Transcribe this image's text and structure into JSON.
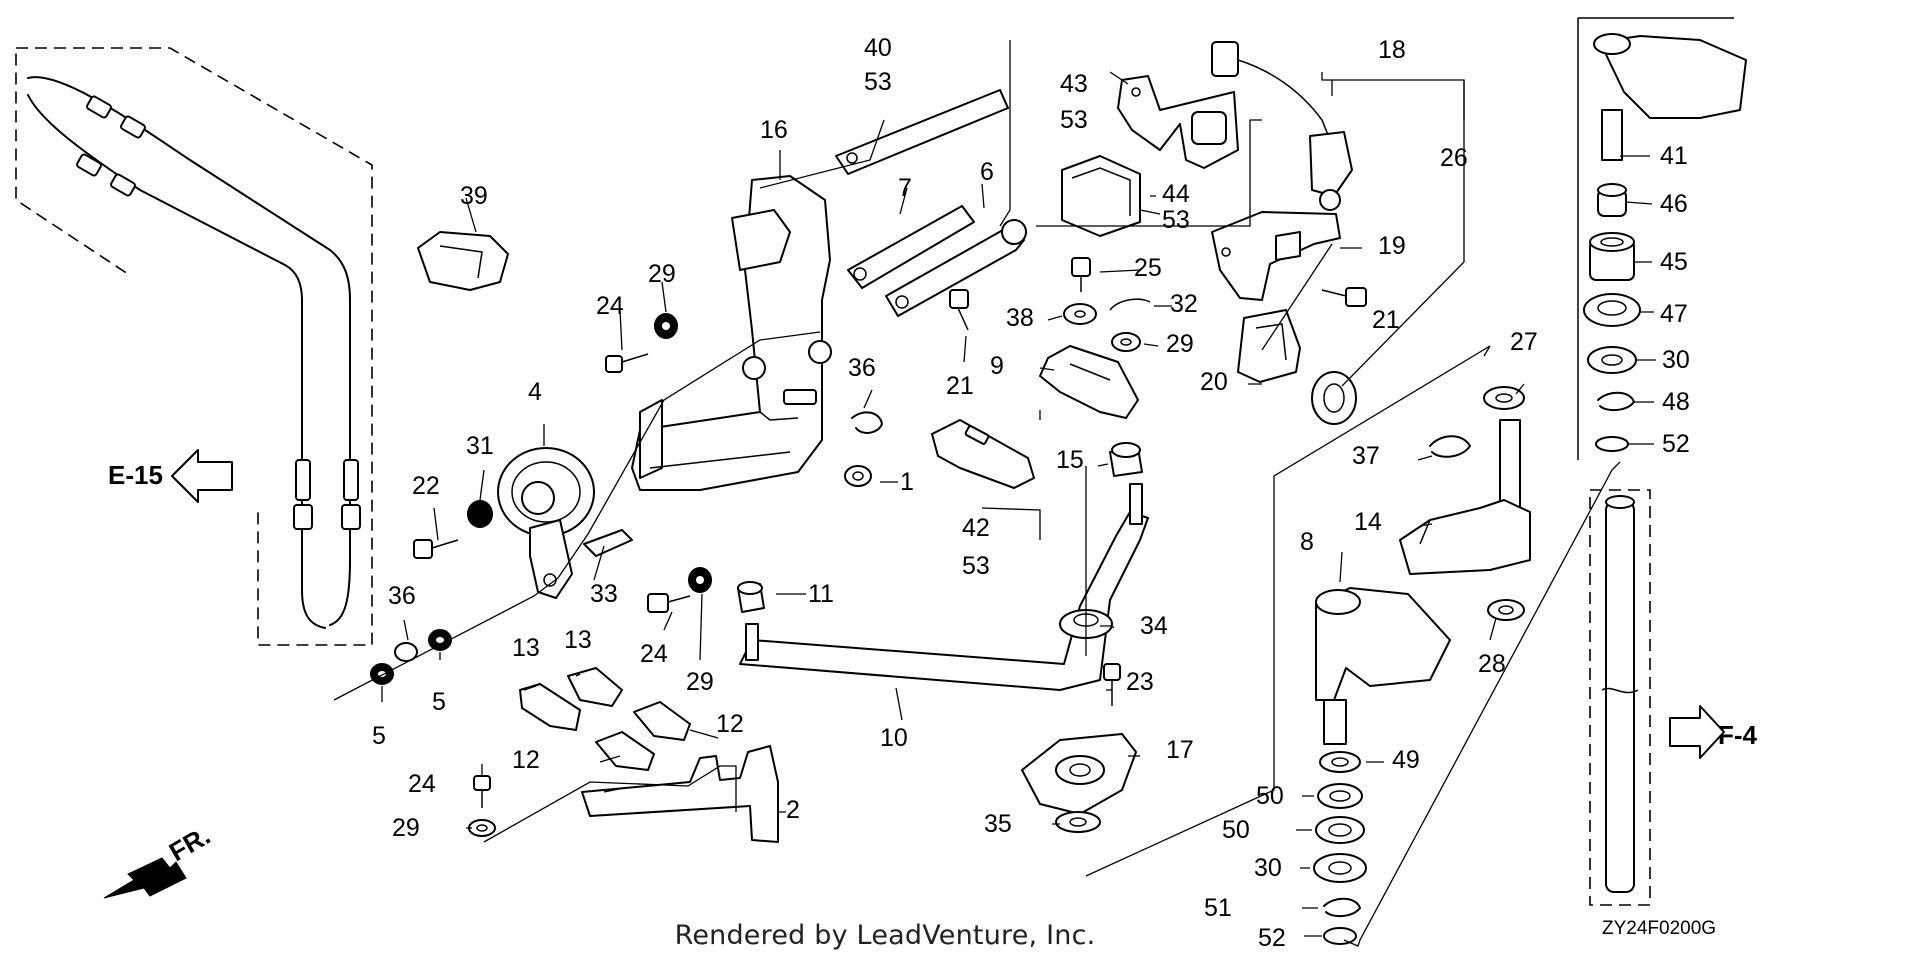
{
  "diagram": {
    "code": "ZY24F0200G",
    "credit": "Rendered by LeadVenture, Inc.",
    "front_indicator": "FR.",
    "references": {
      "left": "E-15",
      "right": "F-4"
    },
    "callouts": {
      "c40": "40",
      "c53a": "53",
      "c16": "16",
      "c43": "43",
      "c53b": "53",
      "c18": "18",
      "c26": "26",
      "c7": "7",
      "c6": "6",
      "c44": "44",
      "c53c": "53",
      "c39": "39",
      "c29a": "29",
      "c24a": "24",
      "c25": "25",
      "c19": "19",
      "c32": "32",
      "c38": "38",
      "c29b": "29",
      "c21a": "21",
      "c21b": "21",
      "c9": "9",
      "c20": "20",
      "c36a": "36",
      "c4": "4",
      "c31": "31",
      "c22": "22",
      "c1": "1",
      "c42": "42",
      "c53d": "53",
      "c15": "15",
      "c33": "33",
      "c11": "11",
      "c24b": "24",
      "c29c": "29",
      "c36b": "36",
      "c5a": "5",
      "c5b": "5",
      "c13a": "13",
      "c13b": "13",
      "c12a": "12",
      "c12b": "12",
      "c10": "10",
      "c34": "34",
      "c23": "23",
      "c17": "17",
      "c2": "2",
      "c24c": "24",
      "c29d": "29",
      "c35": "35",
      "c27": "27",
      "c37": "37",
      "c14": "14",
      "c8": "8",
      "c28": "28",
      "c49": "49",
      "c50a": "50",
      "c50b": "50",
      "c30a": "30",
      "c51": "51",
      "c52a": "52",
      "c41": "41",
      "c46": "46",
      "c45": "45",
      "c47": "47",
      "c30b": "30",
      "c48": "48",
      "c52b": "52"
    }
  }
}
